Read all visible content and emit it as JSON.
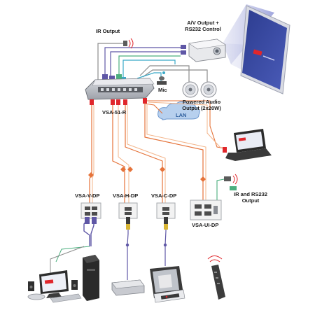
{
  "labels": {
    "ir_output": "IR Output",
    "av_output_line1": "A/V Output +",
    "av_output_line2": "RS232 Control",
    "mic": "Mic",
    "powered_audio_line1": "Powered Audio",
    "powered_audio_line2": "Output (2x20W)",
    "lan": "LAN",
    "main_switcher": "VSA-51-R",
    "wallplate_v": "VSA-V-DP",
    "wallplate_h": "VSA-H-DP",
    "wallplate_c": "VSA-C-DP",
    "wallplate_ui": "VSA-UI-DP",
    "ir_rs232_line1": "IR and RS232",
    "ir_rs232_line2": "Output"
  },
  "colors": {
    "cable_orange": "#e5733a",
    "cable_orange_light": "#f3b48a",
    "cable_purple": "#5f57a6",
    "cable_green": "#4caf7f",
    "cable_gray": "#8c8c8c",
    "cable_cyan": "#39a9c7",
    "ir_red": "#e0262b",
    "device_gray": "#b9bcc2",
    "device_dark": "#3a3a3a",
    "cloud_blue": "#8fb6e0",
    "screen_blue": "#2c3c8f"
  }
}
